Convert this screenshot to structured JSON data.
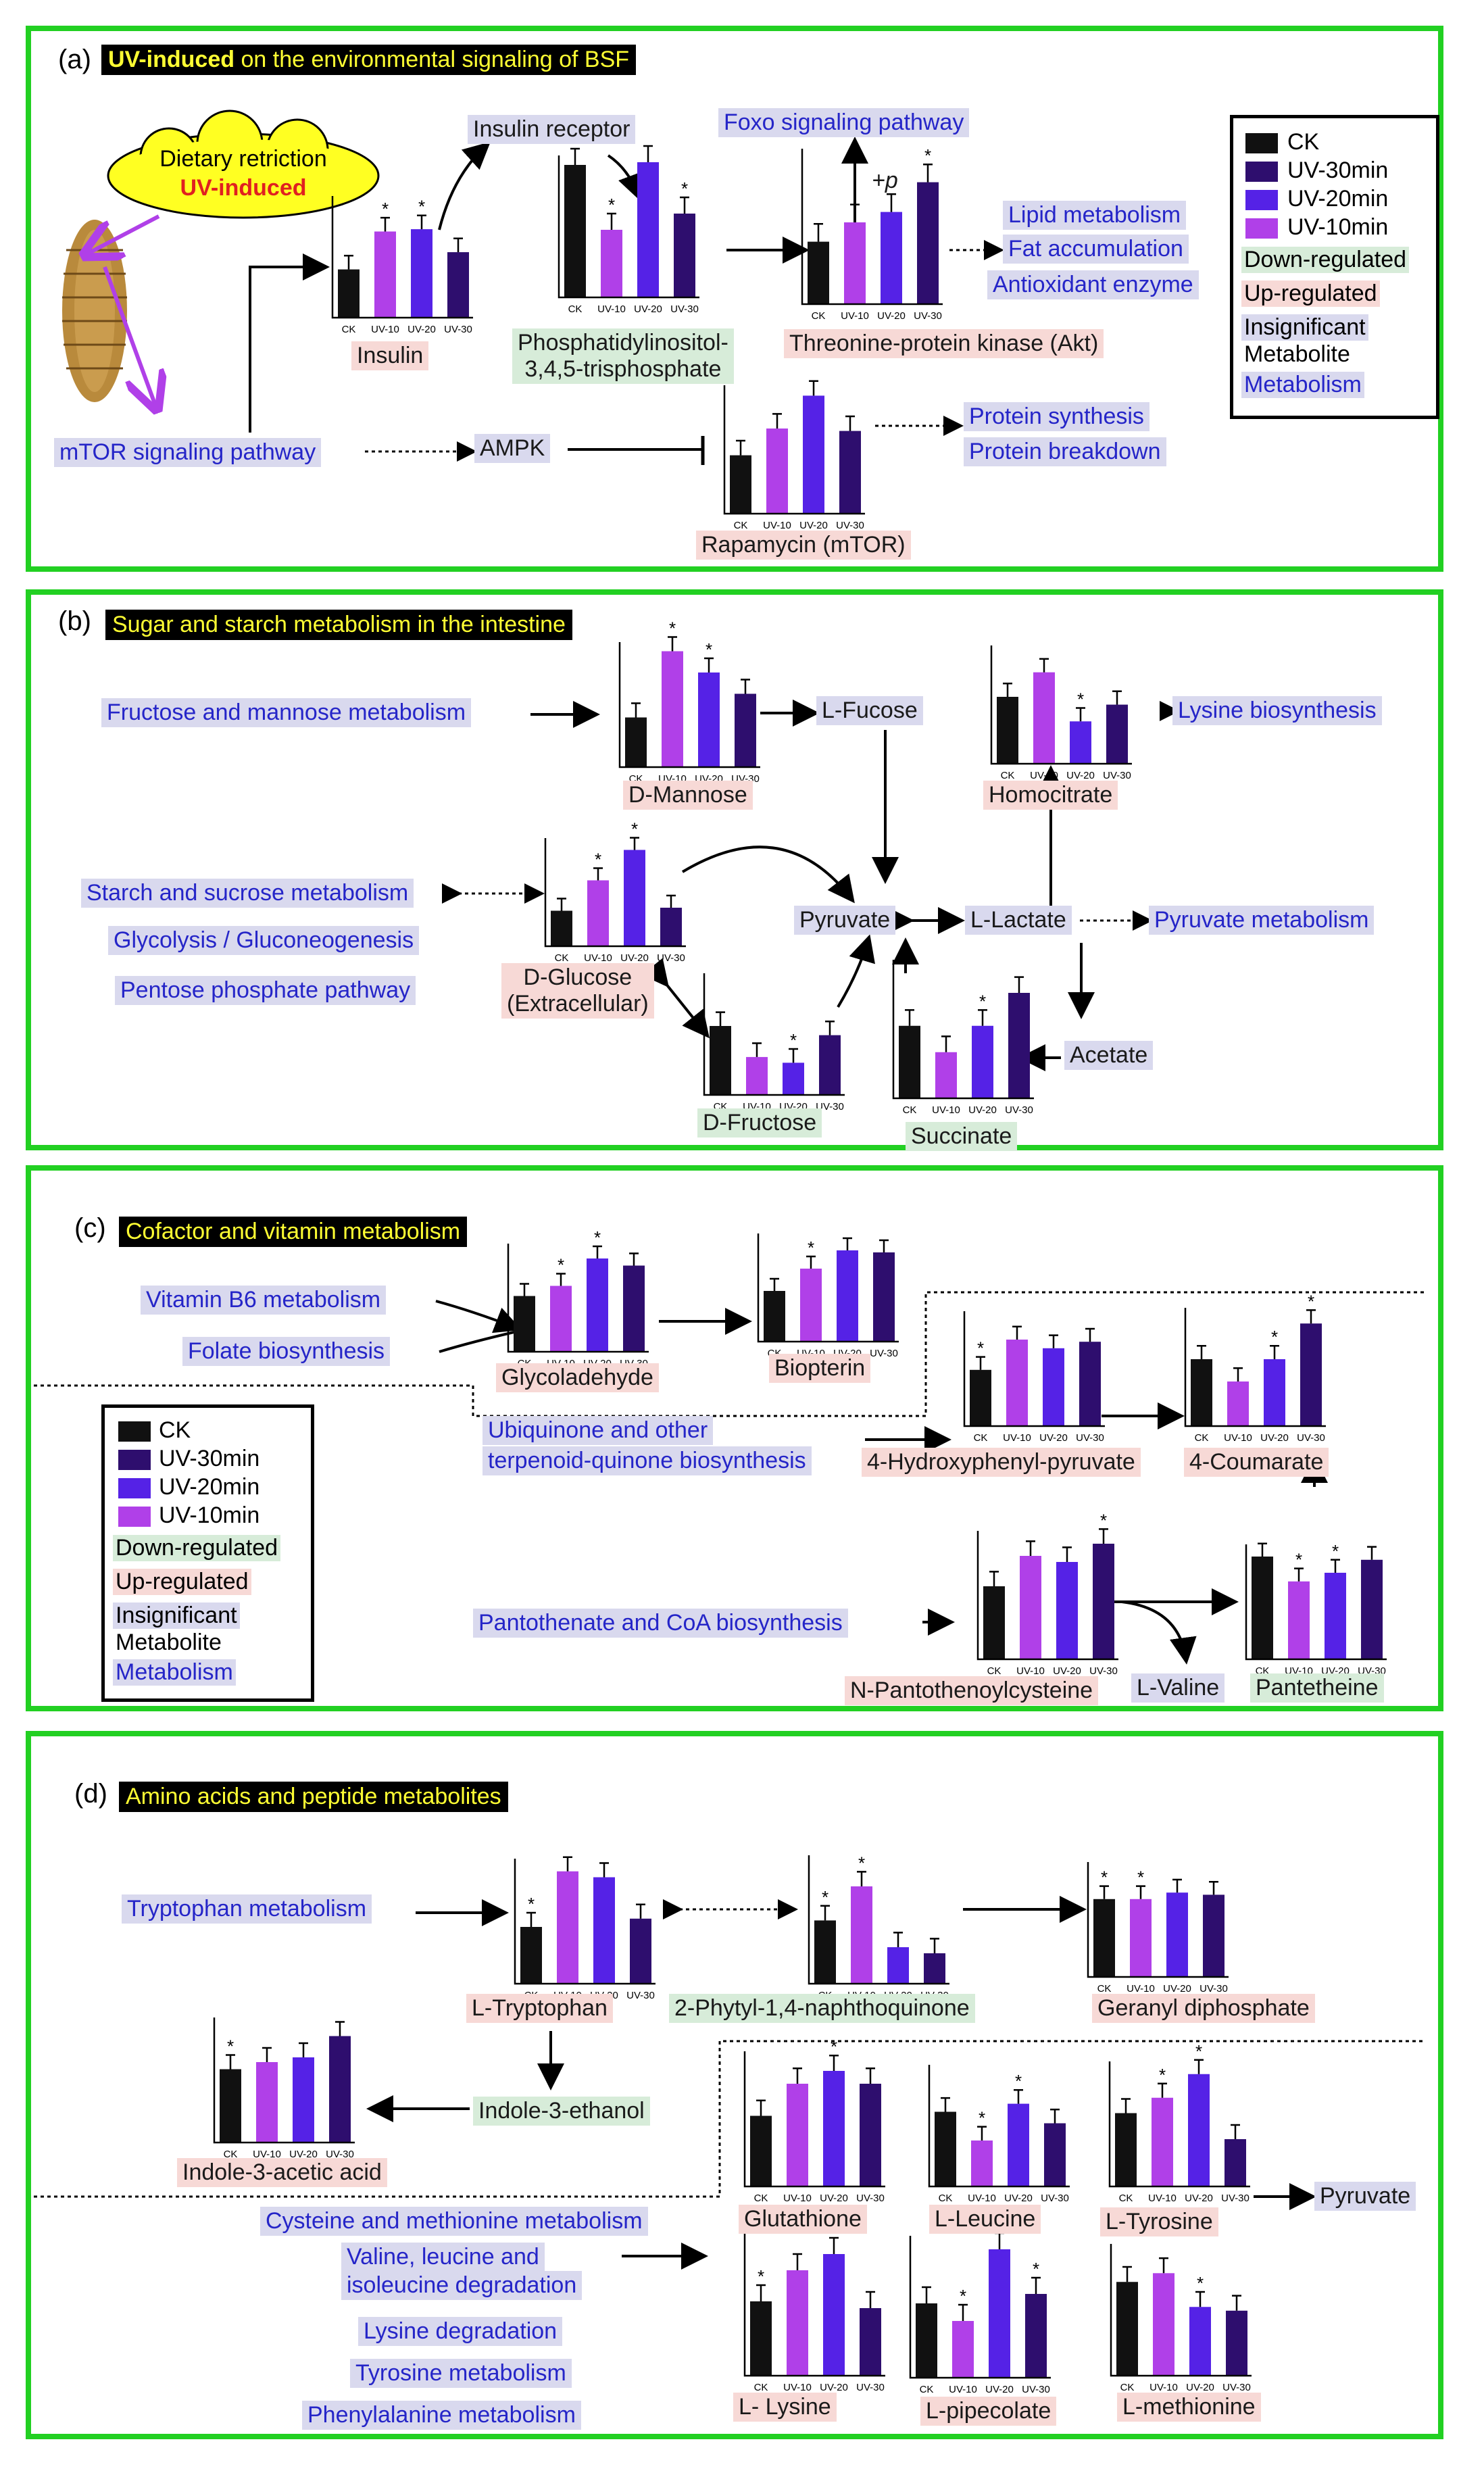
{
  "colors": {
    "CK": "#111111",
    "UV-30min": "#2e0e6e",
    "UV-20min": "#5522e6",
    "UV-10min": "#b040e8",
    "frame": "#22d022",
    "down": "#d7ecd9",
    "up": "#f7d9d6",
    "insig": "#d9d9ee",
    "blue_text": "#2525c8"
  },
  "panel_a": {
    "letter": "(a)",
    "title_bold": "UV-induced",
    "title_rest": " on the environmental signaling of BSF",
    "cloud_line1": "Dietary retriction",
    "cloud_line2": "UV-induced",
    "insulin_receptor": "Insulin receptor",
    "foxo": "Foxo signaling pathway",
    "lipid": "Lipid metabolism",
    "fat": "Fat accumulation",
    "antiox": "Antioxidant enzyme",
    "insulin": "Insulin",
    "pip3_l1": "Phosphatidylinositol-",
    "pip3_l2": "3,4,5-trisphosphate",
    "akt": "Threonine-protein kinase (Akt)",
    "mtor_path": "mTOR signaling pathway",
    "ampk": "AMPK",
    "prot_syn": "Protein synthesis",
    "prot_break": "Protein breakdown",
    "mtor": "Rapamycin (mTOR)",
    "plusp": "+p"
  },
  "legend": {
    "items": [
      "CK",
      "UV-30min",
      "UV-20min",
      "UV-10min"
    ],
    "down": "Down-regulated",
    "up": "Up-regulated",
    "insig1": "Insignificant",
    "insig2": "Metabolite",
    "metab": "Metabolism"
  },
  "panel_b": {
    "letter": "(b)",
    "title": "Sugar and starch metabolism in the intestine",
    "fmm": "Fructose and mannose metabolism",
    "lfucose": "L-Fucose",
    "lysine_bio": "Lysine biosynthesis",
    "dmannose": "D-Mannose",
    "homocitrate": "Homocitrate",
    "starch": "Starch and sucrose metabolism",
    "glyco": "Glycolysis / Gluconeogenesis",
    "pentose": "Pentose phosphate pathway",
    "dglucose1": "D-Glucose",
    "dglucose2": "(Extracellular)",
    "pyruvate": "Pyruvate",
    "llactate": "L-Lactate",
    "pyr_metab": "Pyruvate metabolism",
    "acetate": "Acetate",
    "dfructose": "D-Fructose",
    "succinate": "Succinate"
  },
  "panel_c": {
    "letter": "(c)",
    "title": "Cofactor and vitamin metabolism",
    "vb6": "Vitamin B6 metabolism",
    "folate": "Folate biosynthesis",
    "glycol": "Glycoladehyde",
    "biopterin": "Biopterin",
    "ubi1": "Ubiquinone and other",
    "ubi2": "terpenoid-quinone biosynthesis",
    "hpp": "4-Hydroxyphenyl-pyruvate",
    "coum": "4-Coumarate",
    "panto": "Pantothenate and CoA biosynthesis",
    "npc": "N-Pantothenoylcysteine",
    "lvaline": "L-Valine",
    "pantet": "Pantetheine"
  },
  "panel_d": {
    "letter": "(d)",
    "title": "Amino acids and peptide metabolites",
    "trp": "Tryptophan metabolism",
    "ltrp": "L-Tryptophan",
    "phytyl": "2-Phytyl-1,4-naphthoquinone",
    "geranyl": "Geranyl diphosphate",
    "iaa": "Indole-3-acetic acid",
    "ieth": "Indole-3-ethanol",
    "glut": "Glutathione",
    "lleu": "L-Leucine",
    "ltyr": "L-Tyrosine",
    "pyruvate": "Pyruvate",
    "cys": "Cysteine and methionine metabolism",
    "val1": "Valine, leucine and",
    "val2": "isoleucine degradation",
    "lysdeg": "Lysine degradation",
    "tyrm": "Tyrosine metabolism",
    "phem": "Phenylalanine metabolism",
    "llys": "L- Lysine",
    "lpip": "L-pipecolate",
    "lmet": "L-methionine"
  },
  "chart_data": [
    {
      "type": "bar",
      "name": "Insulin",
      "categories": [
        "CK",
        "UV-10",
        "UV-20",
        "UV-30"
      ],
      "values": [
        0.42,
        0.75,
        0.77,
        0.57
      ],
      "significant": [
        false,
        true,
        true,
        false
      ]
    },
    {
      "type": "bar",
      "name": "PIP3",
      "categories": [
        "CK",
        "UV-10",
        "UV-20",
        "UV-30"
      ],
      "values": [
        0.98,
        0.5,
        1.0,
        0.62
      ],
      "significant": [
        false,
        true,
        false,
        true
      ]
    },
    {
      "type": "bar",
      "name": "Akt",
      "categories": [
        "CK",
        "UV-10",
        "UV-20",
        "UV-30"
      ],
      "values": [
        0.42,
        0.55,
        0.62,
        0.82
      ],
      "significant": [
        false,
        false,
        false,
        true
      ]
    },
    {
      "type": "bar",
      "name": "mTOR",
      "categories": [
        "CK",
        "UV-10",
        "UV-20",
        "UV-30"
      ],
      "values": [
        0.48,
        0.7,
        0.97,
        0.68
      ],
      "significant": [
        false,
        false,
        false,
        false
      ]
    },
    {
      "type": "bar",
      "name": "D-Mannose",
      "categories": [
        "CK",
        "UV-10",
        "UV-20",
        "UV-30"
      ],
      "values": [
        0.42,
        0.98,
        0.8,
        0.62
      ],
      "significant": [
        false,
        true,
        true,
        false
      ]
    },
    {
      "type": "bar",
      "name": "Homocitrate",
      "categories": [
        "CK",
        "UV-10",
        "UV-20",
        "UV-30"
      ],
      "values": [
        0.6,
        0.82,
        0.38,
        0.53
      ],
      "significant": [
        false,
        false,
        true,
        false
      ]
    },
    {
      "type": "bar",
      "name": "D-Glucose",
      "categories": [
        "CK",
        "UV-10",
        "UV-20",
        "UV-30"
      ],
      "values": [
        0.35,
        0.65,
        0.95,
        0.38
      ],
      "significant": [
        false,
        true,
        true,
        false
      ]
    },
    {
      "type": "bar",
      "name": "D-Fructose",
      "categories": [
        "CK",
        "UV-10",
        "UV-20",
        "UV-30"
      ],
      "values": [
        0.6,
        0.33,
        0.28,
        0.52
      ],
      "significant": [
        false,
        false,
        true,
        false
      ]
    },
    {
      "type": "bar",
      "name": "Succinate",
      "categories": [
        "CK",
        "UV-10",
        "UV-20",
        "UV-30"
      ],
      "values": [
        0.55,
        0.35,
        0.55,
        0.8
      ],
      "significant": [
        false,
        false,
        true,
        false
      ]
    },
    {
      "type": "bar",
      "name": "Glycoladehyde",
      "categories": [
        "CK",
        "UV-10",
        "UV-20",
        "UV-30"
      ],
      "values": [
        0.55,
        0.65,
        0.92,
        0.85
      ],
      "significant": [
        false,
        true,
        true,
        false
      ]
    },
    {
      "type": "bar",
      "name": "Biopterin",
      "categories": [
        "CK",
        "UV-10",
        "UV-20",
        "UV-30"
      ],
      "values": [
        0.5,
        0.72,
        0.9,
        0.88
      ],
      "significant": [
        false,
        true,
        false,
        false
      ]
    },
    {
      "type": "bar",
      "name": "4-Hydroxyphenyl-pyruvate",
      "categories": [
        "CK",
        "UV-10",
        "UV-20",
        "UV-30"
      ],
      "values": [
        0.52,
        0.8,
        0.72,
        0.78
      ],
      "significant": [
        true,
        false,
        false,
        false
      ]
    },
    {
      "type": "bar",
      "name": "4-Coumarate",
      "categories": [
        "CK",
        "UV-10",
        "UV-20",
        "UV-30"
      ],
      "values": [
        0.6,
        0.4,
        0.6,
        0.92
      ],
      "significant": [
        false,
        false,
        true,
        true
      ]
    },
    {
      "type": "bar",
      "name": "N-Pantothenoylcysteine",
      "categories": [
        "CK",
        "UV-10",
        "UV-20",
        "UV-30"
      ],
      "values": [
        0.6,
        0.85,
        0.8,
        0.95
      ],
      "significant": [
        false,
        false,
        false,
        true
      ]
    },
    {
      "type": "bar",
      "name": "Pantetheine",
      "categories": [
        "CK",
        "UV-10",
        "UV-20",
        "UV-30"
      ],
      "values": [
        0.95,
        0.72,
        0.8,
        0.92
      ],
      "significant": [
        false,
        true,
        true,
        false
      ]
    },
    {
      "type": "bar",
      "name": "L-Tryptophan",
      "categories": [
        "CK",
        "UV-10",
        "UV-20",
        "UV-30"
      ],
      "values": [
        0.48,
        0.95,
        0.9,
        0.55
      ],
      "significant": [
        true,
        false,
        false,
        false
      ]
    },
    {
      "type": "bar",
      "name": "2-Phytyl-1,4-naphthoquinone",
      "categories": [
        "CK",
        "UV-10",
        "UV-20",
        "UV-30"
      ],
      "values": [
        0.52,
        0.8,
        0.3,
        0.25
      ],
      "significant": [
        true,
        true,
        false,
        false
      ]
    },
    {
      "type": "bar",
      "name": "Geranyl diphosphate",
      "categories": [
        "CK",
        "UV-10",
        "UV-20",
        "UV-30"
      ],
      "values": [
        0.72,
        0.72,
        0.78,
        0.76
      ],
      "significant": [
        true,
        true,
        false,
        false
      ]
    },
    {
      "type": "bar",
      "name": "Indole-3-acetic acid",
      "categories": [
        "CK",
        "UV-10",
        "UV-20",
        "UV-30"
      ],
      "values": [
        0.62,
        0.68,
        0.72,
        0.9
      ],
      "significant": [
        true,
        false,
        false,
        false
      ]
    },
    {
      "type": "bar",
      "name": "Glutathione",
      "categories": [
        "CK",
        "UV-10",
        "UV-20",
        "UV-30"
      ],
      "values": [
        0.55,
        0.8,
        0.9,
        0.8
      ],
      "significant": [
        false,
        false,
        true,
        false
      ]
    },
    {
      "type": "bar",
      "name": "L-Leucine",
      "categories": [
        "CK",
        "UV-10",
        "UV-20",
        "UV-30"
      ],
      "values": [
        0.65,
        0.4,
        0.72,
        0.55
      ],
      "significant": [
        false,
        true,
        true,
        false
      ]
    },
    {
      "type": "bar",
      "name": "L-Tyrosine",
      "categories": [
        "CK",
        "UV-10",
        "UV-20",
        "UV-30"
      ],
      "values": [
        0.62,
        0.75,
        0.95,
        0.4
      ],
      "significant": [
        false,
        true,
        true,
        false
      ]
    },
    {
      "type": "bar",
      "name": "L- Lysine",
      "categories": [
        "CK",
        "UV-10",
        "UV-20",
        "UV-30"
      ],
      "values": [
        0.55,
        0.78,
        0.9,
        0.5
      ],
      "significant": [
        true,
        false,
        false,
        false
      ]
    },
    {
      "type": "bar",
      "name": "L-pipecolate",
      "categories": [
        "CK",
        "UV-10",
        "UV-20",
        "UV-30"
      ],
      "values": [
        0.55,
        0.42,
        0.95,
        0.62
      ],
      "significant": [
        false,
        true,
        false,
        true
      ]
    },
    {
      "type": "bar",
      "name": "L-methionine",
      "categories": [
        "CK",
        "UV-10",
        "UV-20",
        "UV-30"
      ],
      "values": [
        0.75,
        0.82,
        0.55,
        0.52
      ],
      "significant": [
        false,
        false,
        true,
        false
      ]
    }
  ]
}
